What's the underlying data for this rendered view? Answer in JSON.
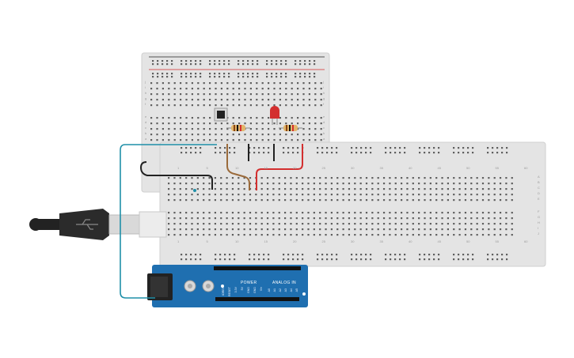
{
  "arduino": {
    "power_header_label": "POWER",
    "analog_header_label": "ANALOG IN",
    "power_pins": [
      "IOREF",
      "RESET",
      "3.3V",
      "5V",
      "GND",
      "GND",
      "Vin"
    ],
    "analog_pins": [
      "A0",
      "A1",
      "A2",
      "A3",
      "A4",
      "A5"
    ],
    "board_color": "#1f6fb0"
  },
  "breadboard_small": {
    "row_letters_top": [
      "j",
      "i",
      "h",
      "g",
      "f"
    ],
    "row_letters_bottom": [
      "e",
      "d",
      "c",
      "b",
      "a"
    ],
    "rail_colors": {
      "positive": "#d32f2f",
      "negative": "#222222"
    }
  },
  "breadboard_large": {
    "row_letters_right_top": [
      "A",
      "B",
      "C",
      "D",
      "E"
    ],
    "row_letters_right_bottom": [
      "F",
      "G",
      "H",
      "I",
      "J"
    ],
    "column_numbers_top": [
      "1",
      "5",
      "10",
      "15",
      "20",
      "25",
      "30",
      "35",
      "40",
      "45",
      "50",
      "55",
      "60"
    ],
    "column_numbers_bottom": [
      "1",
      "5",
      "10",
      "15",
      "20",
      "25",
      "30",
      "35",
      "40",
      "45",
      "50",
      "55",
      "60"
    ]
  },
  "components": {
    "led_color": "#d32f2f",
    "pushbutton": "pushbutton",
    "resistor_count": 2
  },
  "wires": {
    "usb_cable_color": "#1f8fa8",
    "colors": [
      "#9a6a3a",
      "#222222",
      "#222222",
      "#d32f2f",
      "#1f8fa8"
    ]
  }
}
